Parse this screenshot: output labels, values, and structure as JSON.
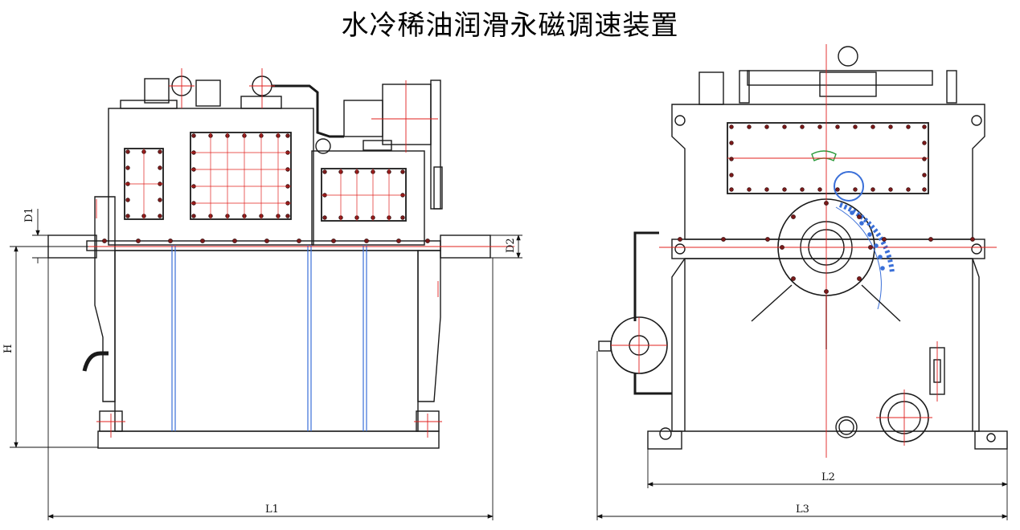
{
  "title": "水冷稀油润滑永磁调速装置",
  "dimensions": {
    "d1": "D1",
    "d2": "D2",
    "h": "H",
    "l1": "L1",
    "l2": "L2",
    "l3": "L3"
  },
  "colors": {
    "outline": "#1a1a1a",
    "centerline": "#e0201e",
    "accent_blue": "#3a6fd8",
    "accent_green": "#2a9a3a"
  }
}
